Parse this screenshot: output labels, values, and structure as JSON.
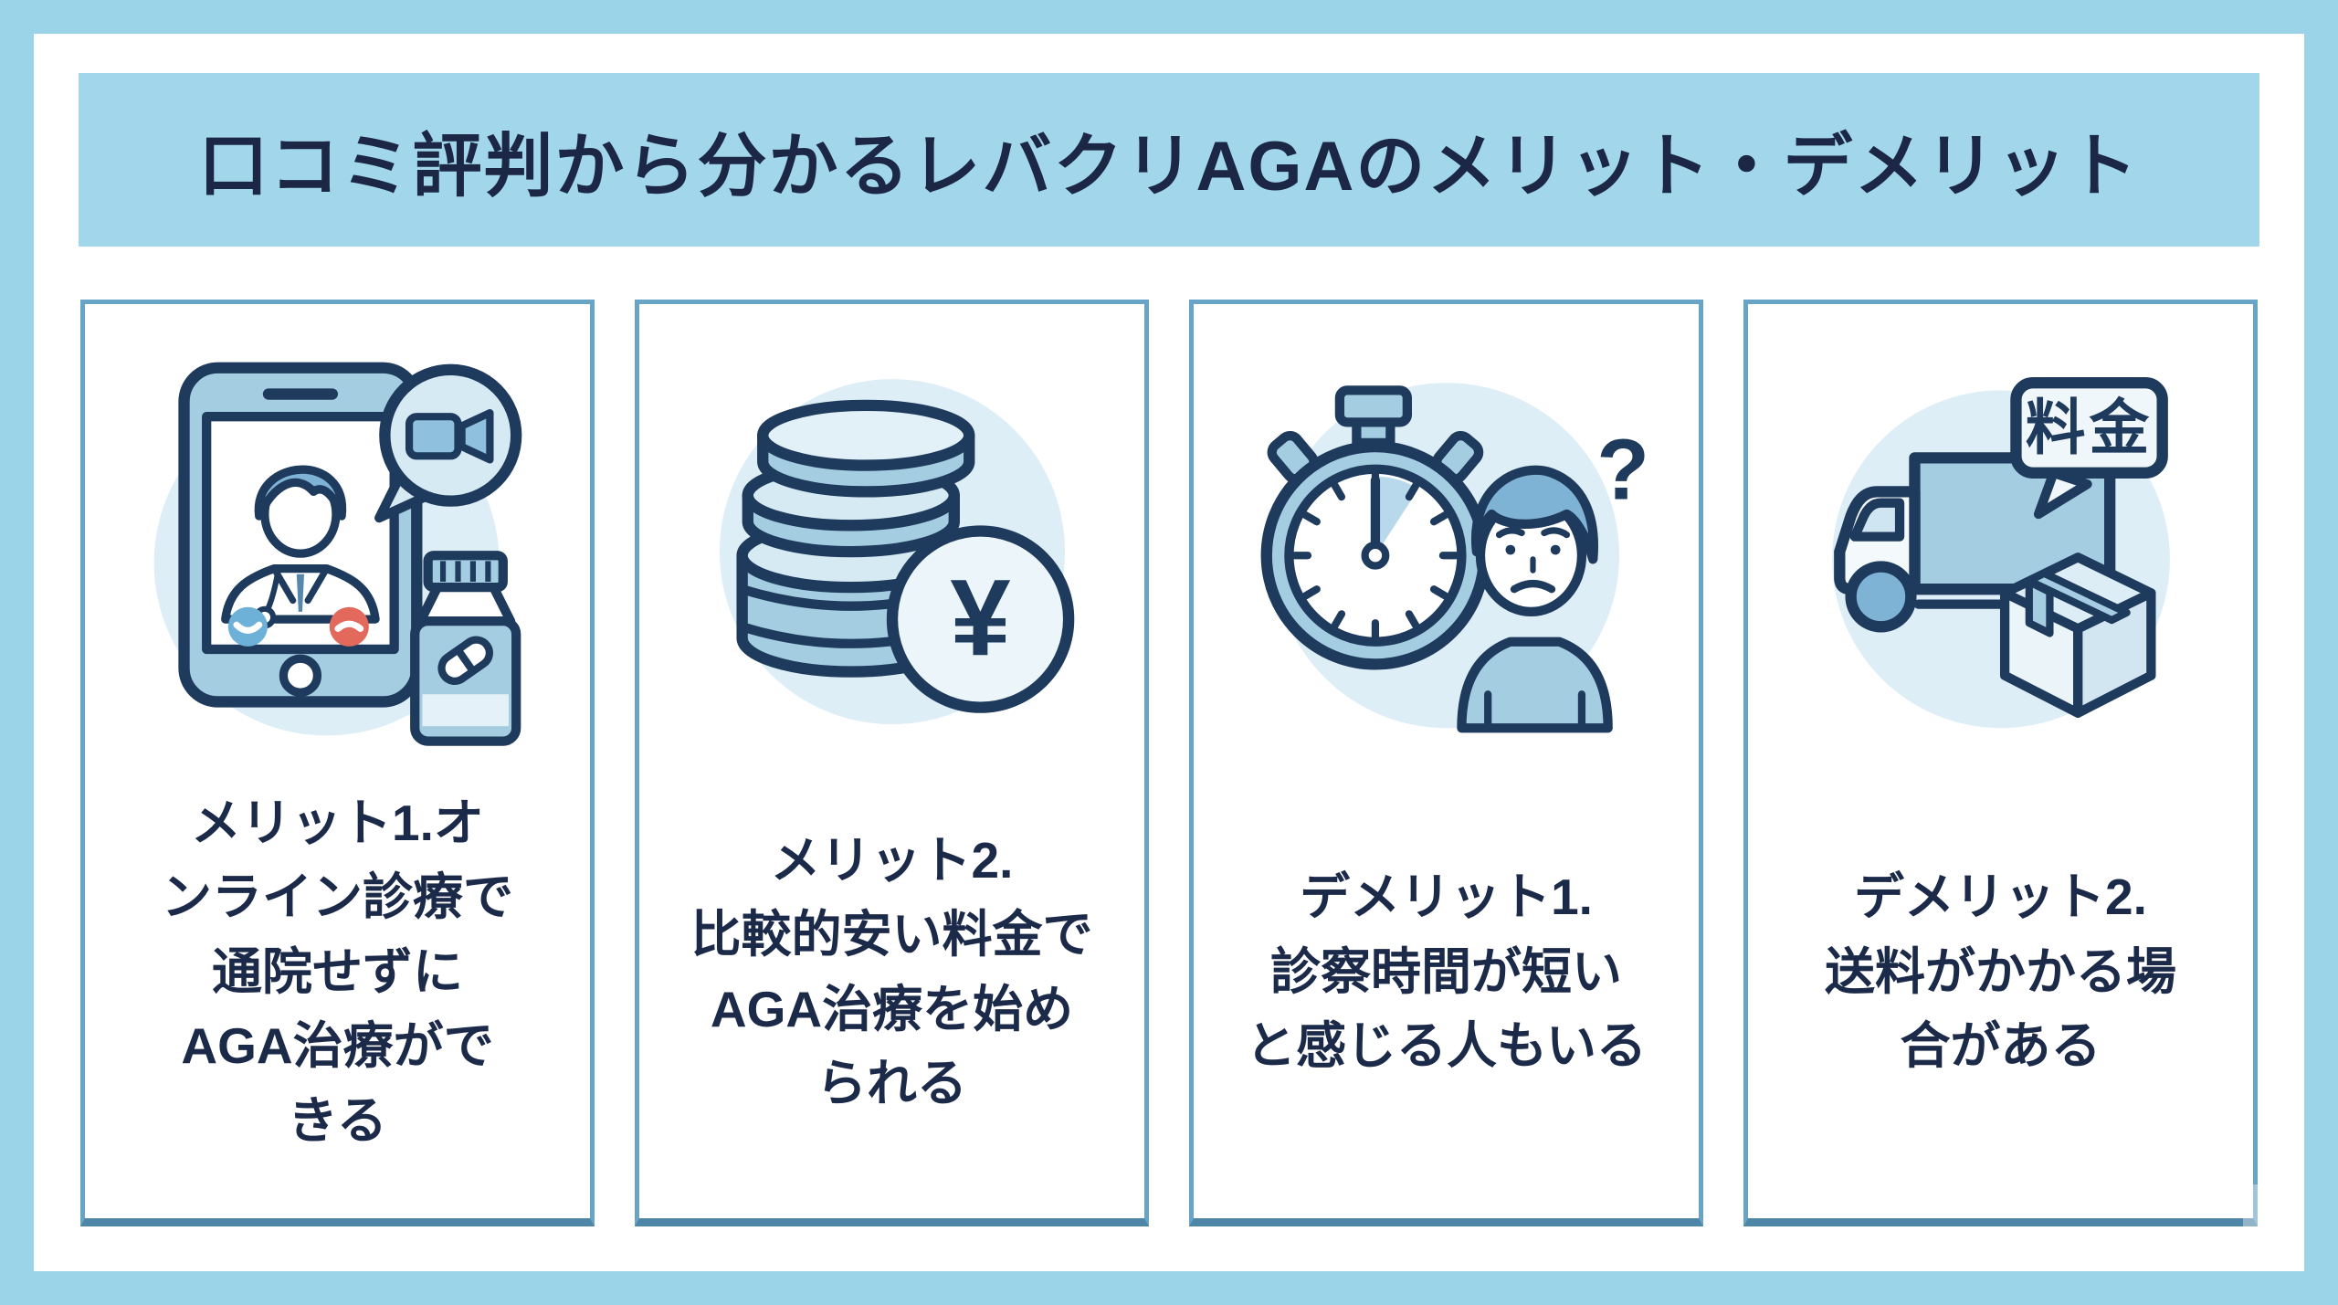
{
  "page": {
    "title": "口コミ評判から分かるレバクリAGAのメリット・デメリット"
  },
  "theme": {
    "frame_color": "#9bd3e8",
    "banner_bg": "#a2d7eb",
    "title_color": "#1b2745",
    "card_bg": "#ffffff",
    "card_border": "#68a4c5",
    "card_border_bottom": "#4e86a8",
    "text_color": "#1c2a4a",
    "icon_circle_bg": "#ddeef6",
    "icon_stroke": "#1e3a5c",
    "icon_fill_medium": "#a5cde2",
    "icon_fill_light": "#d6eaf4",
    "call_accept_color": "#6db1d8",
    "call_decline_color": "#e2695c"
  },
  "cards": [
    {
      "id": "merit-1",
      "icon": "online-doctor-video-call",
      "text": "メリット1.オ\nンライン診療で\n通院せずに\nAGA治療がで\nきる"
    },
    {
      "id": "merit-2",
      "icon": "coin-stack-yen",
      "text": "メリット2.\n比較的安い料金で\nAGA治療を始め\nられる"
    },
    {
      "id": "demerit-1",
      "icon": "stopwatch-worried-man",
      "text": "デメリット1.\n診察時間が短い\nと感じる人もいる"
    },
    {
      "id": "demerit-2",
      "icon": "delivery-truck-package",
      "text": "デメリット2.\n送料がかかる場\n合がある"
    }
  ],
  "icon_text": {
    "yen_symbol": "¥",
    "question_mark": "?",
    "price_bubble_label": "料金"
  }
}
